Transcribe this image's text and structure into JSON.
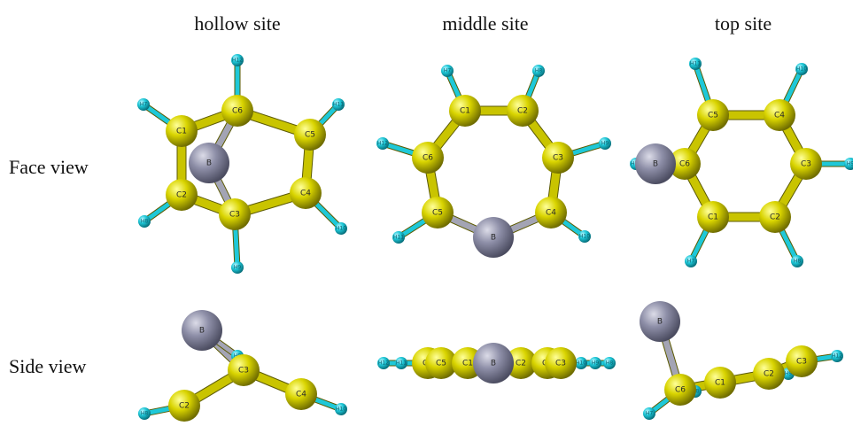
{
  "columns": {
    "hollow": "hollow site",
    "middle": "middle site",
    "top": "top site"
  },
  "rows": {
    "face": "Face view",
    "side": "Side view"
  },
  "colors": {
    "carbon": "#c8c800",
    "hydrogen": "#1ec8d8",
    "boron": "#8e8fa8",
    "bond_carbon": "#c9c400",
    "bond_boron": "#a3a4b4"
  },
  "panels": [
    {
      "id": "hollow-face",
      "atoms": [
        {
          "el": "C",
          "label": "C1"
        },
        {
          "el": "C",
          "label": "C6"
        },
        {
          "el": "C",
          "label": "C5"
        },
        {
          "el": "C",
          "label": "C4"
        },
        {
          "el": "C",
          "label": "C3"
        },
        {
          "el": "C",
          "label": "C2"
        },
        {
          "el": "B",
          "label": "B"
        },
        {
          "el": "H",
          "label": "H12"
        },
        {
          "el": "H",
          "label": "H11"
        },
        {
          "el": "H",
          "label": "H10"
        },
        {
          "el": "H",
          "label": "H9"
        },
        {
          "el": "H",
          "label": "H8"
        },
        {
          "el": "H",
          "label": "H7"
        }
      ]
    },
    {
      "id": "middle-face",
      "atoms": [
        {
          "el": "C",
          "label": "C1"
        },
        {
          "el": "C",
          "label": "C2"
        },
        {
          "el": "C",
          "label": "C3"
        },
        {
          "el": "C",
          "label": "C4"
        },
        {
          "el": "C",
          "label": "C5"
        },
        {
          "el": "C",
          "label": "C6"
        },
        {
          "el": "B",
          "label": "B"
        },
        {
          "el": "H",
          "label": "H8"
        },
        {
          "el": "H",
          "label": "H9"
        },
        {
          "el": "H",
          "label": "H10"
        },
        {
          "el": "H",
          "label": "H11"
        },
        {
          "el": "H",
          "label": "H12"
        },
        {
          "el": "H",
          "label": "H7"
        }
      ]
    },
    {
      "id": "top-face",
      "atoms": [
        {
          "el": "C",
          "label": "C5"
        },
        {
          "el": "C",
          "label": "C4"
        },
        {
          "el": "C",
          "label": "C3"
        },
        {
          "el": "C",
          "label": "C2"
        },
        {
          "el": "C",
          "label": "C1"
        },
        {
          "el": "C",
          "label": "C6"
        },
        {
          "el": "B",
          "label": "B"
        },
        {
          "el": "H",
          "label": "H11"
        },
        {
          "el": "H",
          "label": "H10"
        },
        {
          "el": "H",
          "label": "H9"
        },
        {
          "el": "H",
          "label": "H8"
        },
        {
          "el": "H",
          "label": "H7"
        },
        {
          "el": "H",
          "label": "H12"
        }
      ]
    },
    {
      "id": "hollow-side",
      "atoms": [
        {
          "el": "B",
          "label": "B"
        },
        {
          "el": "C",
          "label": "C3"
        },
        {
          "el": "C",
          "label": "C2"
        },
        {
          "el": "C",
          "label": "C4"
        },
        {
          "el": "H",
          "label": "H9"
        },
        {
          "el": "H",
          "label": "H8"
        },
        {
          "el": "H",
          "label": "H10"
        }
      ]
    },
    {
      "id": "middle-side",
      "atoms": [
        {
          "el": "H",
          "label": "H12"
        },
        {
          "el": "H",
          "label": "H11"
        },
        {
          "el": "C",
          "label": "C6"
        },
        {
          "el": "C",
          "label": "C5"
        },
        {
          "el": "C",
          "label": "C1"
        },
        {
          "el": "B",
          "label": "B"
        },
        {
          "el": "C",
          "label": "C2"
        },
        {
          "el": "C",
          "label": "C4"
        },
        {
          "el": "C",
          "label": "C3"
        },
        {
          "el": "H",
          "label": "H10"
        },
        {
          "el": "H",
          "label": "H9"
        },
        {
          "el": "H",
          "label": "H8"
        }
      ]
    },
    {
      "id": "top-side",
      "atoms": [
        {
          "el": "B",
          "label": "B"
        },
        {
          "el": "C",
          "label": "C6"
        },
        {
          "el": "C",
          "label": "C1"
        },
        {
          "el": "C",
          "label": "C2"
        },
        {
          "el": "C",
          "label": "C3"
        },
        {
          "el": "H",
          "label": "H7"
        },
        {
          "el": "H",
          "label": "H8"
        },
        {
          "el": "H",
          "label": "H9"
        },
        {
          "el": "H",
          "label": "H12"
        }
      ]
    }
  ]
}
